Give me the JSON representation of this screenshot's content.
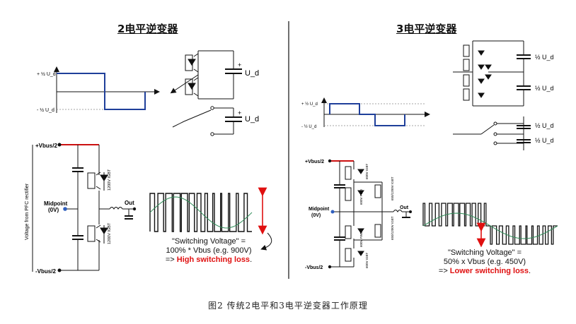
{
  "titles": {
    "left": "2电平逆变器",
    "right": "3电平逆变器"
  },
  "two_level": {
    "wave_labels": {
      "pos": "+ ½ U_d",
      "neg": "- ½ U_d"
    },
    "capacitor_label": "U_d",
    "rail_pos": "+Vbus/2",
    "rail_neg": "-Vbus/2",
    "midpoint": "Midpoint",
    "midpoint_sub": "(0V)",
    "out": "Out",
    "side_label": "Voltage from PFC rectifier",
    "igbt_label": "1200V IGBT",
    "note_line1": "\"Switching Voltage\" =",
    "note_line2": "100% * Vbus (e.g. 900V)",
    "note_prefix": "=> ",
    "note_red": "High switching loss",
    "note_suffix": "."
  },
  "three_level": {
    "wave_labels": {
      "pos": "+ ½ U_d",
      "neg": "- ½ U_d"
    },
    "cap_label": "½ U_d",
    "rail_pos": "+Vbus/2",
    "rail_neg": "-Vbus/2",
    "midpoint": "Midpoint",
    "midpoint_sub": "(0V)",
    "out": "Out",
    "igbt_600": "600V IGBT",
    "igbt_650": "650/1200V IGBT",
    "fwd": "600V FWD",
    "note_line1": "\"Switching Voltage\" =",
    "note_line2": "50% x Vbus (e.g. 450V)",
    "note_prefix": "=> ",
    "note_red": "Lower switching loss",
    "note_suffix": "."
  },
  "caption": "图2   传统2电平和3电平逆变器工作原理",
  "colors": {
    "wave": "#1f3f9a",
    "rail_red": "#cc1010",
    "arrow_red": "#e01010",
    "sine": "#2e8b57"
  }
}
